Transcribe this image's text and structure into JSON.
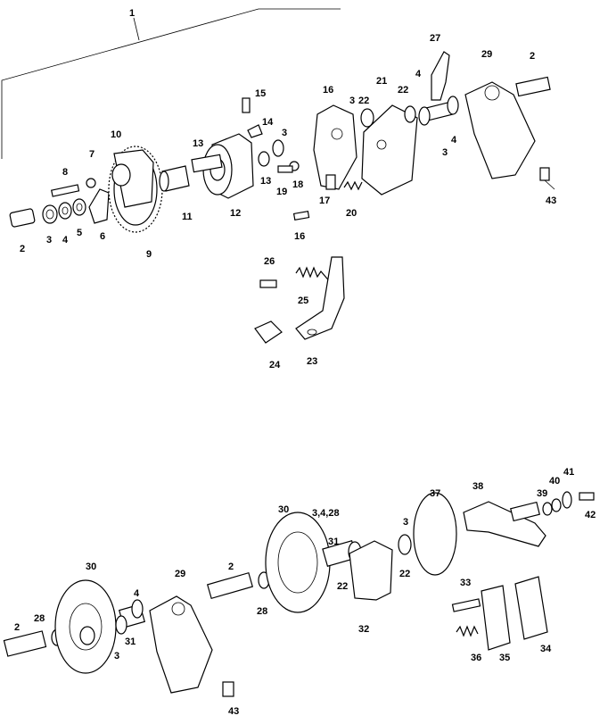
{
  "callouts": {
    "c1": "1",
    "c2a": "2",
    "c2b": "2",
    "c2c": "2",
    "c2d": "2",
    "c3a": "3",
    "c3b": "3",
    "c3c": "3",
    "c3d": "3",
    "c3e": "3",
    "c3f": "3",
    "c4a": "4",
    "c4b": "4",
    "c4c": "4",
    "c4d": "4",
    "c5": "5",
    "c6": "6",
    "c7": "7",
    "c8": "8",
    "c9": "9",
    "c10": "10",
    "c11": "11",
    "c12": "12",
    "c13a": "13",
    "c13b": "13",
    "c14": "14",
    "c15": "15",
    "c16a": "16",
    "c16b": "16",
    "c17": "17",
    "c18": "18",
    "c19": "19",
    "c20": "20",
    "c21": "21",
    "c22a": "22",
    "c22b": "22",
    "c22c": "22",
    "c22d": "22",
    "c23": "23",
    "c24": "24",
    "c25": "25",
    "c26": "26",
    "c27": "27",
    "c28a": "28",
    "c28b": "28",
    "c29a": "29",
    "c29b": "29",
    "c30a": "30",
    "c30b": "30",
    "c31a": "31",
    "c31b": "31",
    "c32": "32",
    "c33": "33",
    "c34": "34",
    "c35": "35",
    "c36": "36",
    "c37": "37",
    "c38": "38",
    "c39": "39",
    "c40": "40",
    "c41": "41",
    "c42": "42",
    "c43a": "43",
    "c43b": "43",
    "c3_4_28": "3,4,28"
  }
}
